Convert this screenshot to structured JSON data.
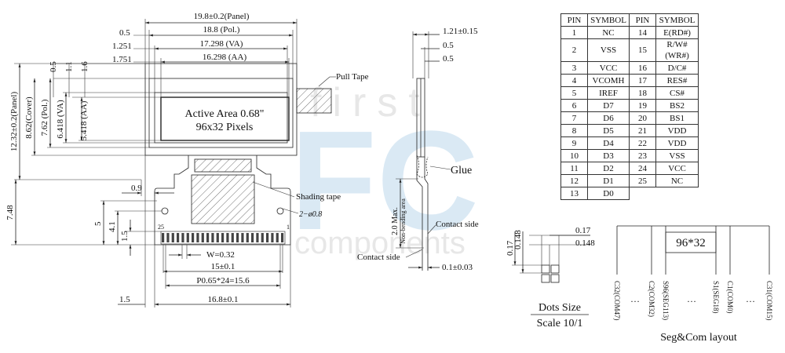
{
  "watermark": {
    "top": "first",
    "middle": "FC",
    "bottom": "components",
    "color": "#cfe3f2"
  },
  "front_view": {
    "dim_panel_w": "19.8±0.2(Panel)",
    "dim_pol_w": "18.8 (Pol.)",
    "dim_va_w": "17.298 (VA)",
    "dim_aa_w": "16.298 (AA)",
    "left_offsets": [
      "0.5",
      "1.251",
      "1.751"
    ],
    "top_offsets": [
      "0.5",
      "1.1",
      "1.6"
    ],
    "dim_panel_h": "12.32±0.2(Panel)",
    "dim_cover_h": "8.62(Cover)",
    "dim_pol_h": "7.62 (Pol.)",
    "dim_va_h": "6.418 (VA)",
    "dim_aa_h": "5.418 (AA)",
    "active_area_line1": "Active Area 0.68\"",
    "active_area_line2": "96x32 Pixels",
    "pull_tape": "Pull Tape",
    "shading_tape": "Shading tape",
    "hole_note": "2−ø0.8",
    "dim_748": "7.48",
    "dim_09": "0.9",
    "dim_5": "5",
    "dim_41": "4.1",
    "dim_15v": "1.5",
    "pin_label_left": "25",
    "pin_label_right": "1",
    "dim_w": "W=0.32",
    "dim_15": "15±0.1",
    "dim_pitch": "P0.65*24=15.6",
    "dim_15h": "1.5",
    "dim_168": "16.8±0.1"
  },
  "side_view": {
    "dim_121": "1.21±0.15",
    "dim_05a": "0.5",
    "dim_05b": "0.5",
    "glue": "Glue",
    "max_label": "2.0 Max.",
    "nonbend_label": "Non-bending area",
    "contact_side_1": "Contact side",
    "contact_side_2": "Contact side",
    "dim_01": "0.1±0.03"
  },
  "dots": {
    "dim_017h": "0.17",
    "dim_0148h": "0.148",
    "dim_017v": "0.17",
    "dim_0148v": "0.148",
    "title": "Dots Size",
    "scale": "Scale 10/1"
  },
  "segcom": {
    "box_label": "96*32",
    "labels": [
      "C32(COM47)",
      "C2(COM32)",
      "S96(SEG113)",
      "S1(SEG18)",
      "C1(COM0)",
      "C31(COM15)"
    ],
    "ellipsis": "…",
    "title": "Seg&Com layout"
  },
  "pin_table": {
    "headers": [
      "PIN",
      "SYMBOL",
      "PIN",
      "SYMBOL"
    ],
    "rows": [
      [
        "1",
        "NC",
        "14",
        "E(RD#)"
      ],
      [
        "2",
        "VSS",
        "15",
        "R/W#(WR#)"
      ],
      [
        "3",
        "VCC",
        "16",
        "D/C#"
      ],
      [
        "4",
        "VCOMH",
        "17",
        "RES#"
      ],
      [
        "5",
        "IREF",
        "18",
        "CS#"
      ],
      [
        "6",
        "D7",
        "19",
        "BS2"
      ],
      [
        "7",
        "D6",
        "20",
        "BS1"
      ],
      [
        "8",
        "D5",
        "21",
        "VDD"
      ],
      [
        "9",
        "D4",
        "22",
        "VDD"
      ],
      [
        "10",
        "D3",
        "23",
        "VSS"
      ],
      [
        "11",
        "D2",
        "24",
        "VCC"
      ],
      [
        "12",
        "D1",
        "25",
        "NC"
      ],
      [
        "13",
        "D0",
        "",
        ""
      ]
    ]
  }
}
